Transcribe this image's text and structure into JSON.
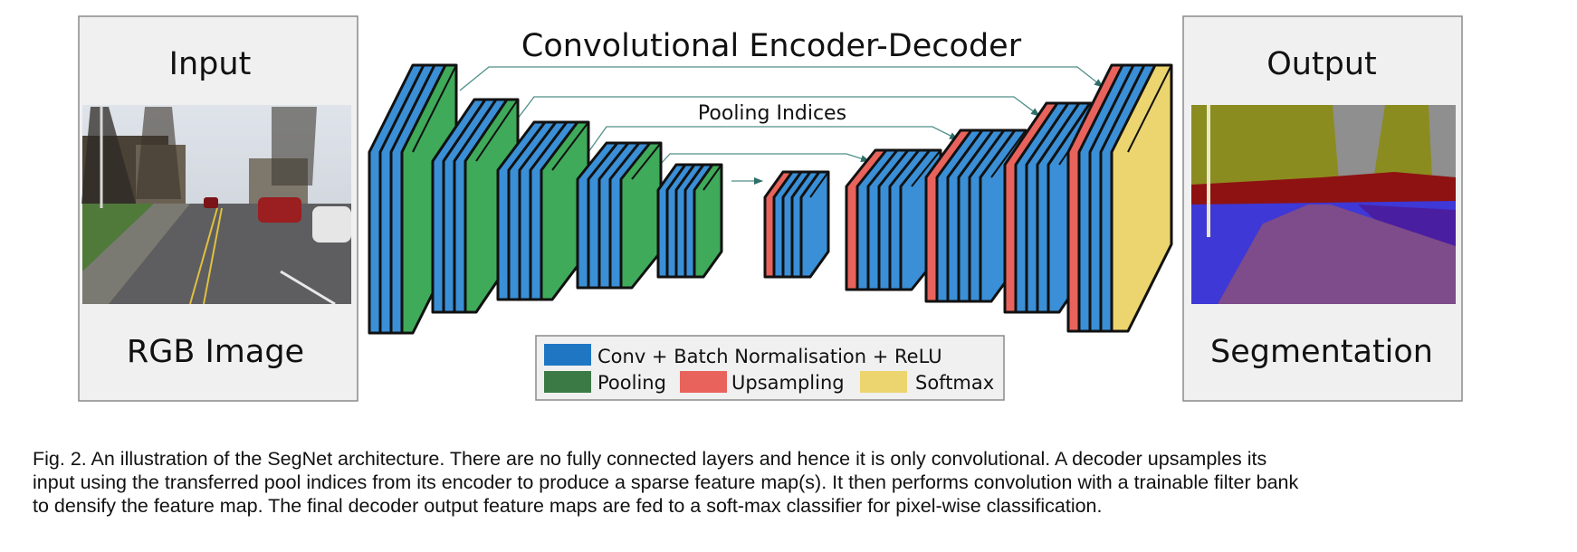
{
  "title": "Convolutional Encoder-Decoder",
  "pooling_indices_label": "Pooling Indices",
  "input_panel": {
    "top_label": "Input",
    "bottom_label": "RGB Image"
  },
  "output_panel": {
    "top_label": "Output",
    "bottom_label": "Segmentation"
  },
  "legend": {
    "conv": "Conv + Batch Normalisation + ReLU",
    "pooling": "Pooling",
    "upsampling": "Upsampling",
    "softmax": "Softmax"
  },
  "colors": {
    "conv": "#3a8fd6",
    "conv_legend": "#1f77c4",
    "pooling": "#3faa5a",
    "pooling_legend": "#3b7a45",
    "upsampling": "#e8635b",
    "softmax": "#ecd56e",
    "panel": "#f0f0f0"
  },
  "caption": [
    "Fig. 2. An illustration of the SegNet architecture. There are no fully connected layers and hence it is only convolutional. A decoder upsamples its",
    "input using the transferred pool indices from its encoder to produce a sparse feature map(s). It then performs convolution with a trainable filter bank",
    "to densify the feature map. The final decoder output feature maps are fed to a soft-max classifier for pixel-wise classification."
  ]
}
